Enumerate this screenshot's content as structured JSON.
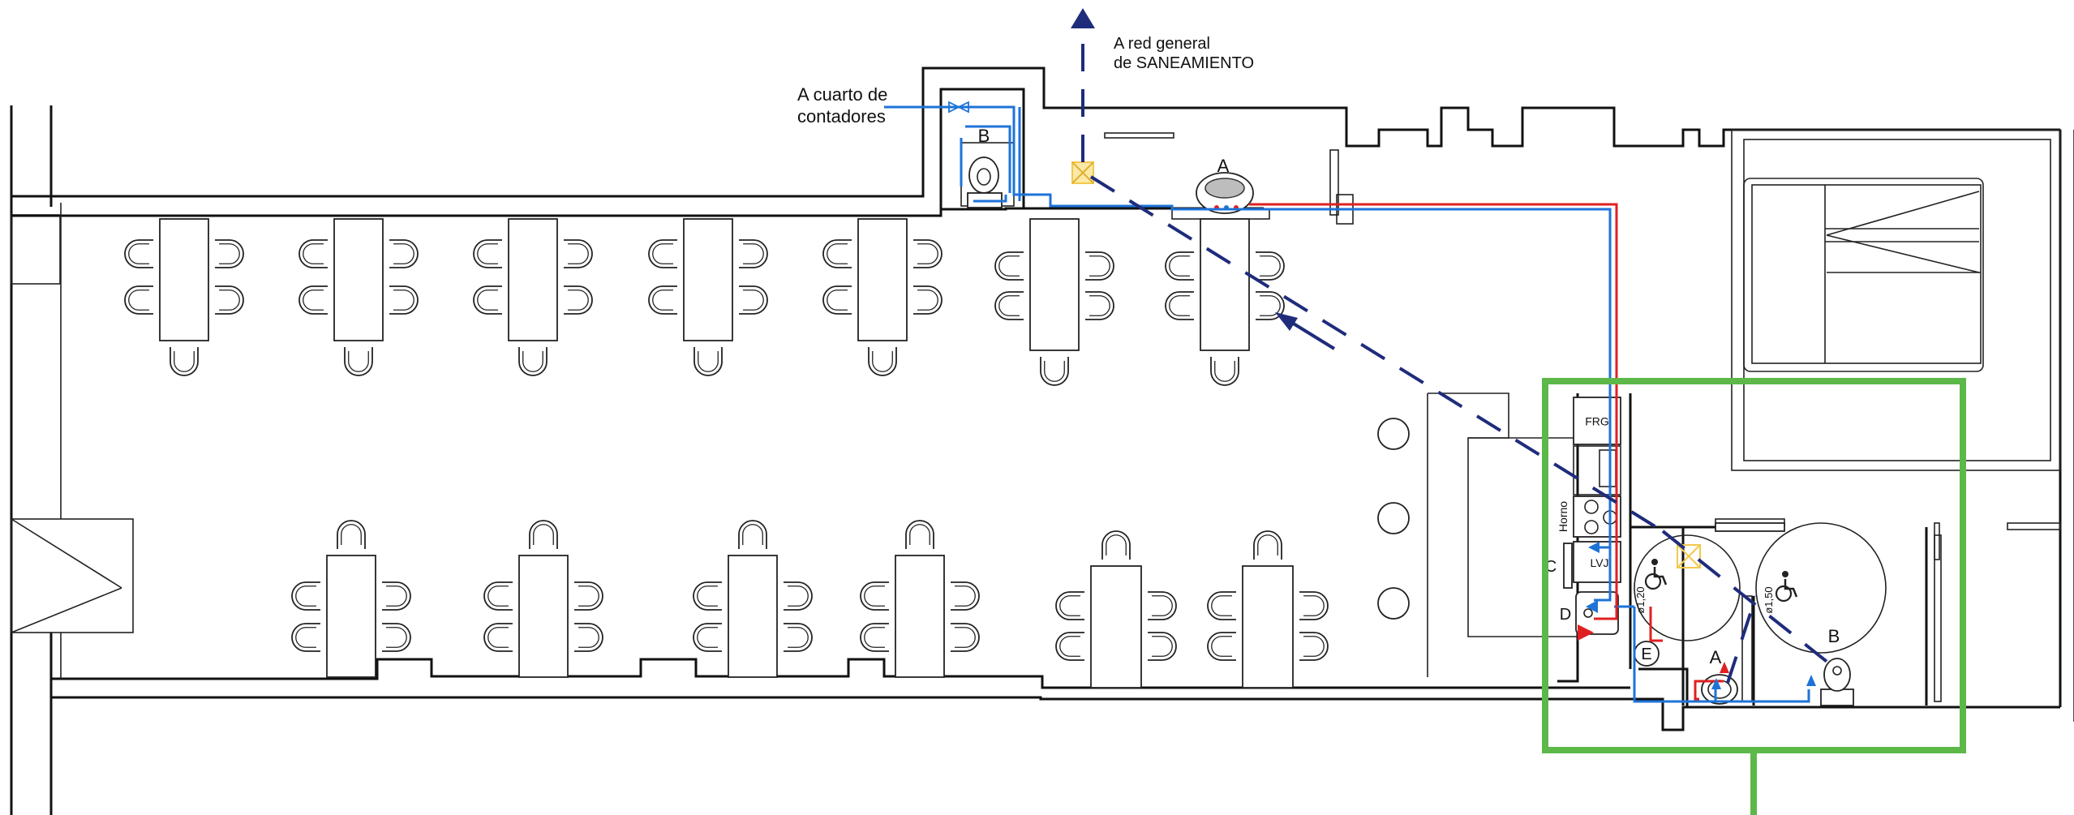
{
  "annotations": {
    "sewer_line1": "A red general",
    "sewer_line2": "de SANEAMIENTO",
    "meter_line1": "A cuarto de",
    "meter_line2": "contadores"
  },
  "labels": {
    "fixture_a_top": "A",
    "fixture_b_top": "B",
    "fixture_a_bath": "A",
    "fixture_b_bath": "B",
    "fixture_c": "C",
    "fixture_d": "D",
    "fixture_e": "E",
    "frg": "FRG",
    "horno": "Horno",
    "lvj": "LVJ",
    "diam_120": "ø1,20",
    "diam_150": "ø1,50"
  },
  "colors": {
    "cold_water": "#1e73d8",
    "hot_water": "#e02020",
    "drainage": "#1f2c7c",
    "highlight_box": "#5cb849",
    "registry_box": "#f2c94c"
  },
  "icons": {
    "accessibility": "wheelchair-icon",
    "valve": "valve-icon",
    "drain_arrow": "arrow-up-icon"
  }
}
